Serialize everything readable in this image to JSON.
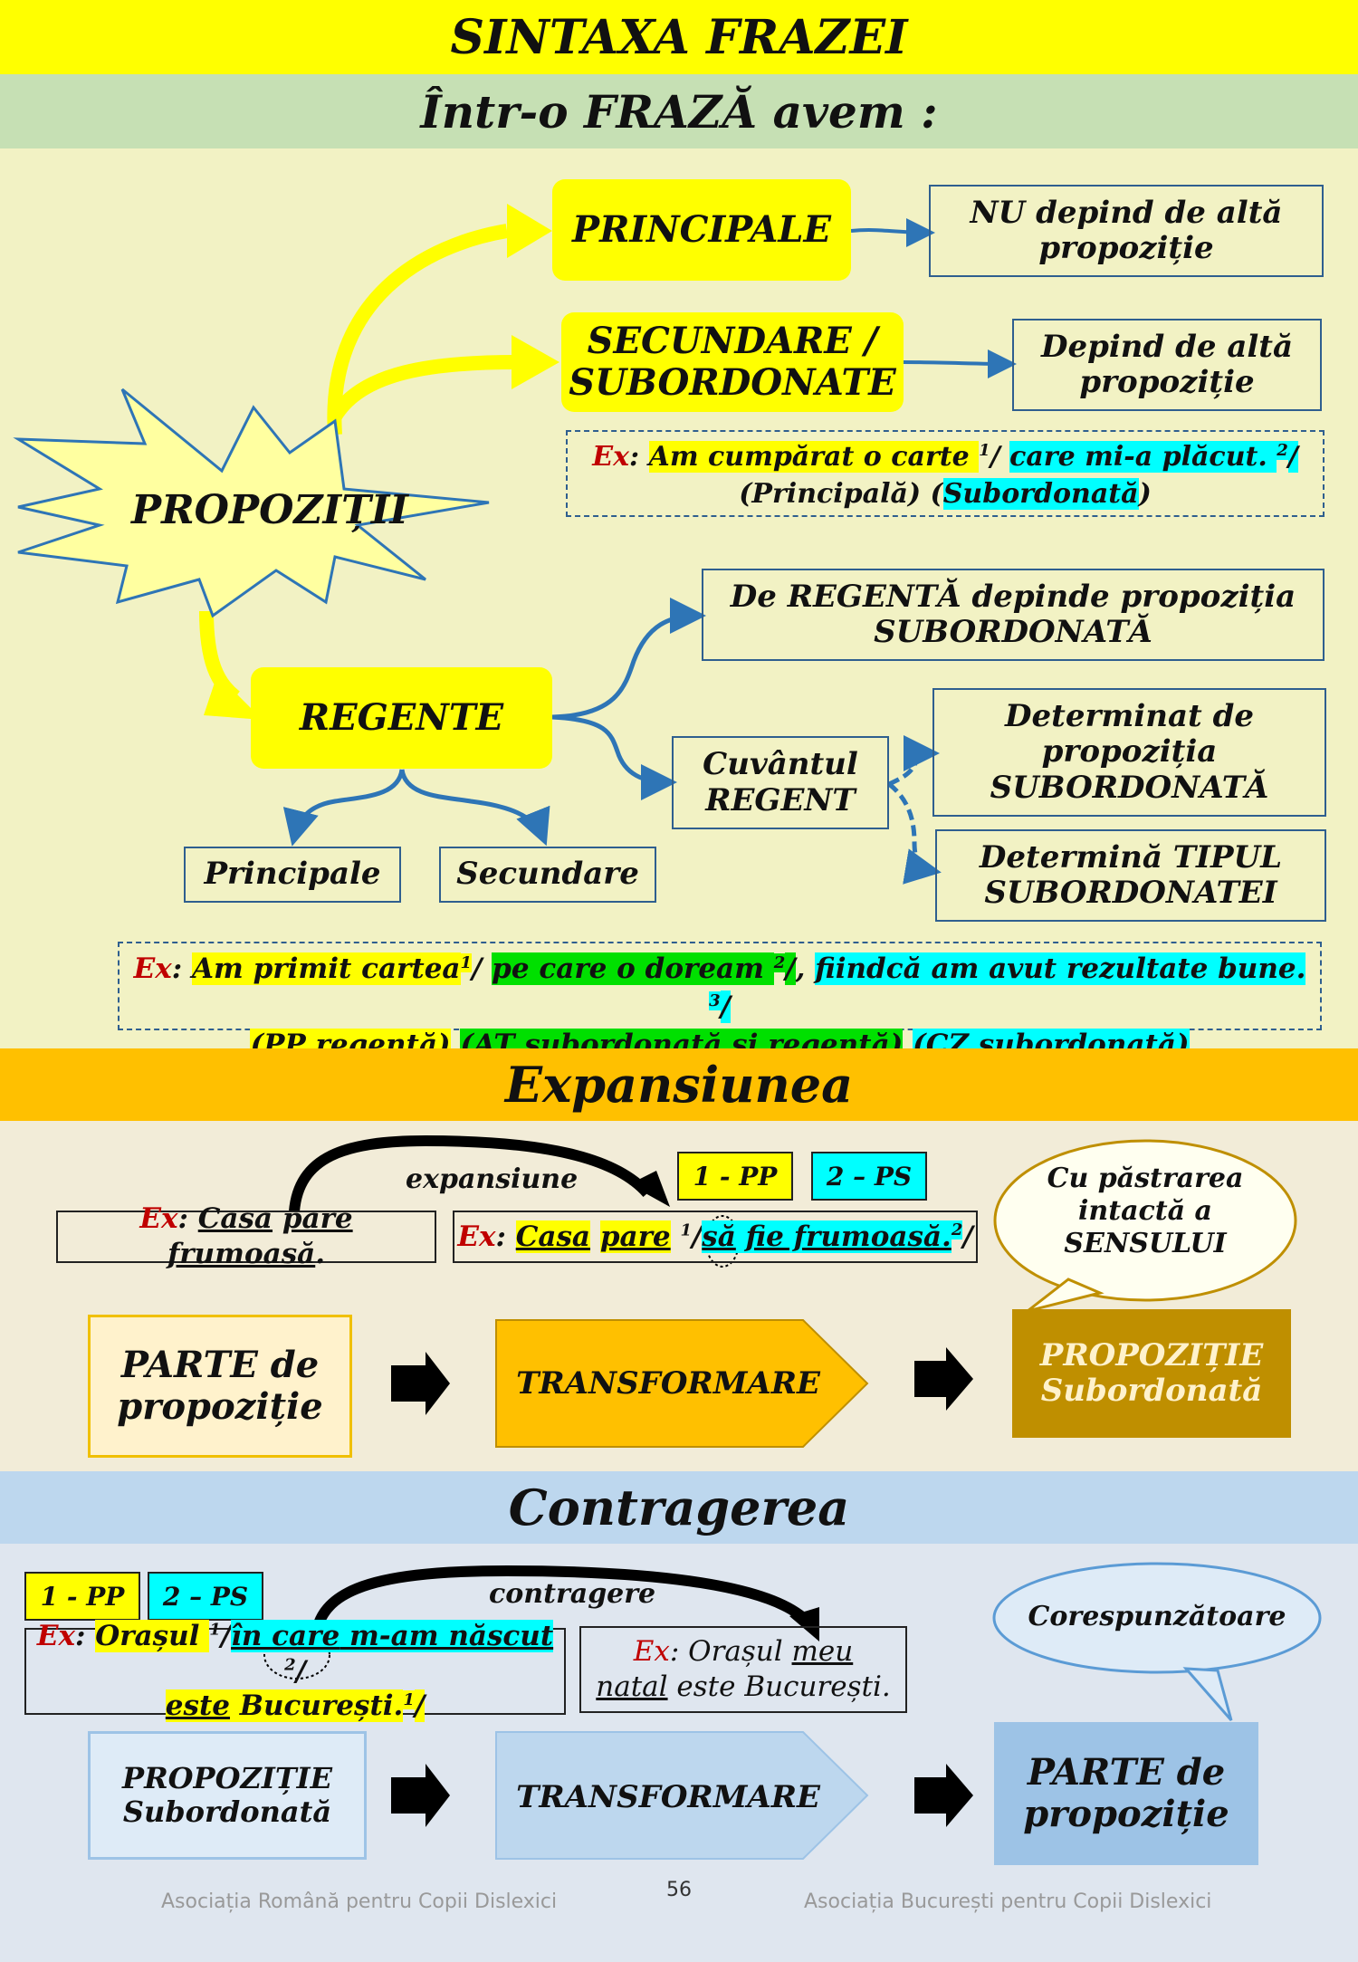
{
  "header": {
    "title": "SINTAXA FRAZEI",
    "subtitle": "Într-o FRAZĂ avem :"
  },
  "colors": {
    "title_band": "#ffff00",
    "subtitle_band": "#c6e0b4",
    "section1_bg": "#f2f2c4",
    "expansion_band": "#ffc000",
    "expansion_bg": "#f2ecd8",
    "contraction_band": "#bdd7ee",
    "contraction_bg": "#dfe6ef",
    "highlight_yellow": "#ffff00",
    "highlight_cyan": "#00ffff",
    "highlight_green": "#00e000",
    "box_border": "#2f5f8f",
    "arrow_blue": "#2e75b6"
  },
  "frase": {
    "propozitii": "PROPOZIȚII",
    "principale": "PRINCIPALE",
    "principale_desc": [
      "NU depind de altă",
      "propoziție"
    ],
    "secundare": [
      "SECUNDARE /",
      "SUBORDONATE"
    ],
    "secundare_desc": [
      "Depind de altă",
      "propoziție"
    ],
    "example1": {
      "ex": "Ex",
      "colon": ": ",
      "part1": "Am cumpărat o carte ",
      "sup1": "1",
      "slash1": "/ ",
      "part2": "care mi-a plăcut. ",
      "sup2": "2",
      "slash2": "/",
      "label1": "(Principală)",
      "label2_open": " (",
      "label2": "Subordonată",
      "label2_close": ")"
    },
    "regente": "REGENTE",
    "regenta_desc": [
      "De REGENTĂ depinde propoziția",
      "SUBORDONATĂ"
    ],
    "cuvantul_regent": [
      "Cuvântul",
      "REGENT"
    ],
    "determinat": [
      "Determinat de",
      "propoziția",
      "SUBORDONATĂ"
    ],
    "determina": [
      "Determină TIPUL",
      "SUBORDONATEI"
    ],
    "reg_principale": "Principale",
    "reg_secundare": "Secundare",
    "example2": {
      "ex": "Ex",
      "colon": ": ",
      "part1": "Am primit cartea",
      "sup1": "1",
      "slash1": "/ ",
      "part2": "pe care o doream ",
      "sup2": "2",
      "slash2": "/",
      "comma": ", ",
      "part3": "fiindcă am avut rezultate bune. ",
      "sup3": "3",
      "slash3": "/",
      "label1": "(PP regentă)",
      "label2": "(AT subordonată și regentă)",
      "label3": "(CZ subordonată)"
    }
  },
  "expansiune": {
    "title": "Expansiunea",
    "arrow_label": "expansiune",
    "tag1": "1 - PP",
    "tag2": "2 – PS",
    "bubble": [
      "Cu păstrarea",
      "intactă a",
      "SENSULUI"
    ],
    "ex_left": {
      "ex": "Ex",
      "colon": ": ",
      "w1": "Casa",
      "w2": "pare",
      "w3": "frumoasă",
      "dot": "."
    },
    "ex_right": {
      "ex": "Ex",
      "colon": ": ",
      "w1": "Casa",
      "w2": "pare",
      "sup1": "1",
      "slash1": "/",
      "w3": "să",
      "w4": "fie frumoasă.",
      "sup2": "2",
      "slash2": "/"
    },
    "flow": {
      "from": [
        "PARTE de",
        "propoziție"
      ],
      "middle": "TRANSFORMARE",
      "to": [
        "PROPOZIȚIE",
        "Subordonată"
      ]
    }
  },
  "contragere": {
    "title": "Contragerea",
    "arrow_label": "contragere",
    "tag1": "1 - PP",
    "tag2": "2 – PS",
    "bubble": "Corespunzătoare",
    "ex_left": {
      "ex": "Ex",
      "colon": ": ",
      "w1": "Orașul ",
      "sup1": "1",
      "slash1": "/",
      "w2": "în care",
      "w3": " m-am născut ",
      "sup2": "2",
      "slash2": "/",
      "w4": "este",
      "w5": " București.",
      "sup3": "1",
      "slash3": "/"
    },
    "ex_right": {
      "ex": "Ex",
      "colon": ": ",
      "w1": "Orașul ",
      "w2": "meu",
      "w3": "natal",
      "w4": " este București."
    },
    "flow": {
      "from": [
        "PROPOZIȚIE",
        "Subordonată"
      ],
      "middle": "TRANSFORMARE",
      "to": [
        "PARTE de",
        "propoziție"
      ]
    }
  },
  "footer": {
    "left": "Asociația Română pentru Copii Dislexici",
    "page": "56",
    "right": "Asociația București pentru Copii Dislexici"
  }
}
